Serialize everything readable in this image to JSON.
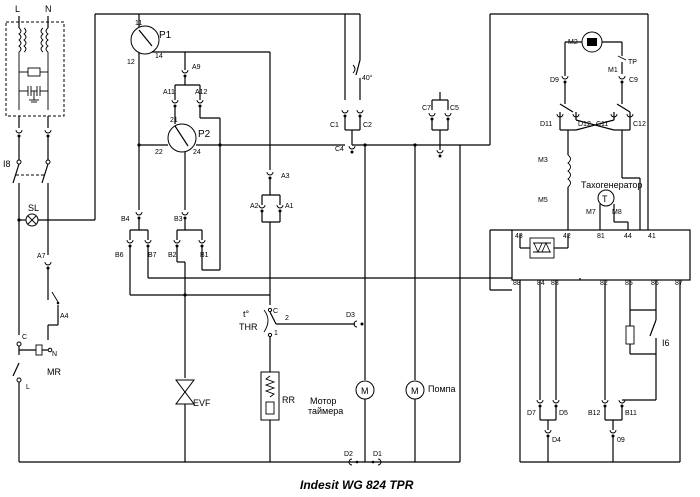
{
  "caption": "Indesit WG 824 TPR",
  "mains": {
    "l": "L",
    "n": "N"
  },
  "labels": {
    "i8": "I8",
    "sl": "SL",
    "a7": "A7",
    "a4": "A4",
    "c": "C",
    "n": "N",
    "l": "L",
    "mr": "MR",
    "p1": "P1",
    "p1_11": "11",
    "p1_12": "12",
    "p1_14": "14",
    "a9": "A9",
    "a11": "A11",
    "a12": "A12",
    "p2": "P2",
    "p2_21": "21",
    "p2_22": "22",
    "p2_24": "24",
    "b4": "B4",
    "b3": "B3",
    "b6": "B6",
    "b7": "B7",
    "b2": "B2",
    "b1": "B1",
    "a3": "A3",
    "a2": "A2",
    "a1": "A1",
    "evf": "EVF",
    "rr": "RR",
    "thr_t": "t°",
    "thr": "THR",
    "thr_c": "C",
    "thr_2": "2",
    "thr_1": "1",
    "d3": "D3",
    "d2": "D2",
    "d1": "D1",
    "c1": "C1",
    "c2": "C2",
    "c4": "C4",
    "c7": "C7",
    "c5": "C5",
    "deg40": "40°",
    "timer_motor_1": "Мотор",
    "timer_motor_2": "таймера",
    "pump": "Помпа",
    "m": "M",
    "m2": "M2",
    "m1": "M1",
    "tp": "TP",
    "d9": "D9",
    "c9": "C9",
    "d11": "D11",
    "d12": "D12",
    "c11": "C11",
    "c12": "C12",
    "m3": "M3",
    "m5": "M5",
    "tacho": "Тахогенератор",
    "t": "T",
    "m7": "M7",
    "m8": "M8",
    "t43": "43",
    "t42": "42",
    "t81": "81",
    "t44": "44",
    "t41": "41",
    "t88": "88",
    "t84": "84",
    "t83": "83",
    "t82": "82",
    "t85": "85",
    "t86": "86",
    "t87": "87",
    "i6": "I6",
    "d7": "D7",
    "d5": "D5",
    "d4": "D4",
    "b12": "B12",
    "b11": "B11",
    "b9": "09"
  }
}
